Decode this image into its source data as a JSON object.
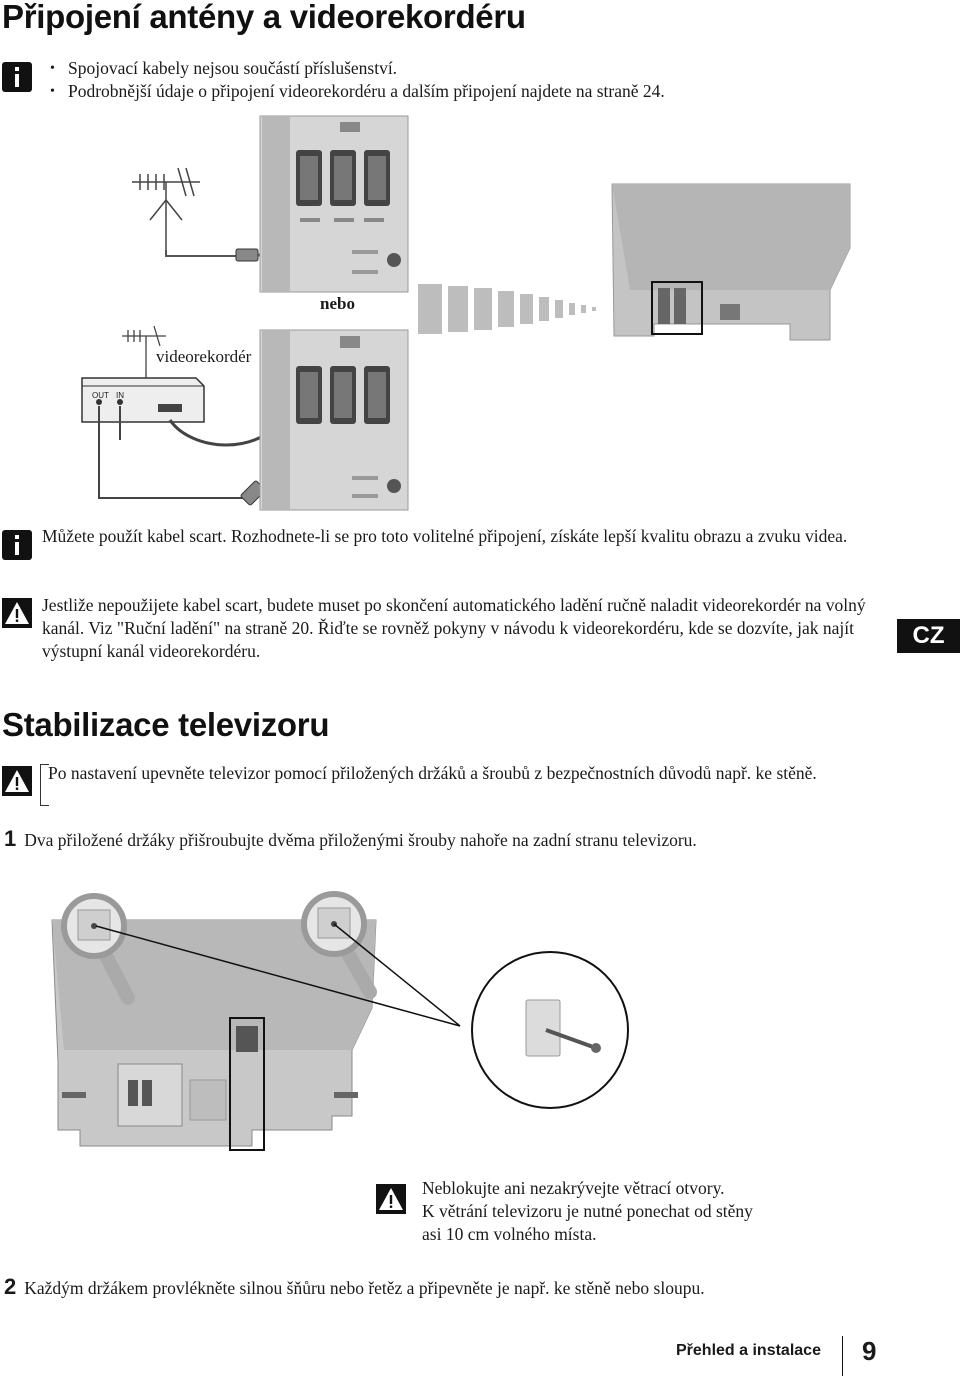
{
  "section1": {
    "title": "Připojení antény a videorekordéru",
    "notes": [
      "Spojovací kabely nejsou součástí příslušenství.",
      "Podrobnější údaje o připojení videorekordéru a dalším připojení najdete na straně 24."
    ],
    "diagram": {
      "or_label": "nebo",
      "vcr_label": "videorekordér",
      "out_label": "OUT",
      "in_label": "IN"
    },
    "info_scart": "Můžete použít kabel scart. Rozhodnete-li se pro toto volitelné připojení, získáte lepší kvalitu obrazu a zvuku videa.",
    "warning_scart": "Jestliže nepoužijete kabel scart, budete muset po skončení automatického ladění ručně naladit videorekordér na volný kanál. Viz \"Ruční ladění\" na straně 20. Řiďte se rovněž pokyny v návodu k videorekordéru, kde se dozvíte, jak najít výstupní kanál videorekordéru."
  },
  "language_tab": "CZ",
  "section2": {
    "title": "Stabilizace televizoru",
    "warning_bracket": "Po nastavení upevněte televizor pomocí přiložených držáků a šroubů z bezpečnostních důvodů např. ke stěně.",
    "step1_num": "1",
    "step1_text": "Dva přiložené držáky přišroubujte dvěma přiloženými šrouby nahoře na zadní stranu televizoru.",
    "vent_warning_lines": [
      "Neblokujte ani nezakrývejte větrací otvory.",
      "K větrání televizoru je nutné ponechat od stěny",
      "asi 10 cm volného místa."
    ],
    "step2_num": "2",
    "step2_text": "Každým držákem provlékněte silnou šňůru nebo řetěz a připevněte je např. ke stěně nebo sloupu."
  },
  "footer": {
    "section_label": "Přehled a instalace",
    "page_number": "9"
  }
}
